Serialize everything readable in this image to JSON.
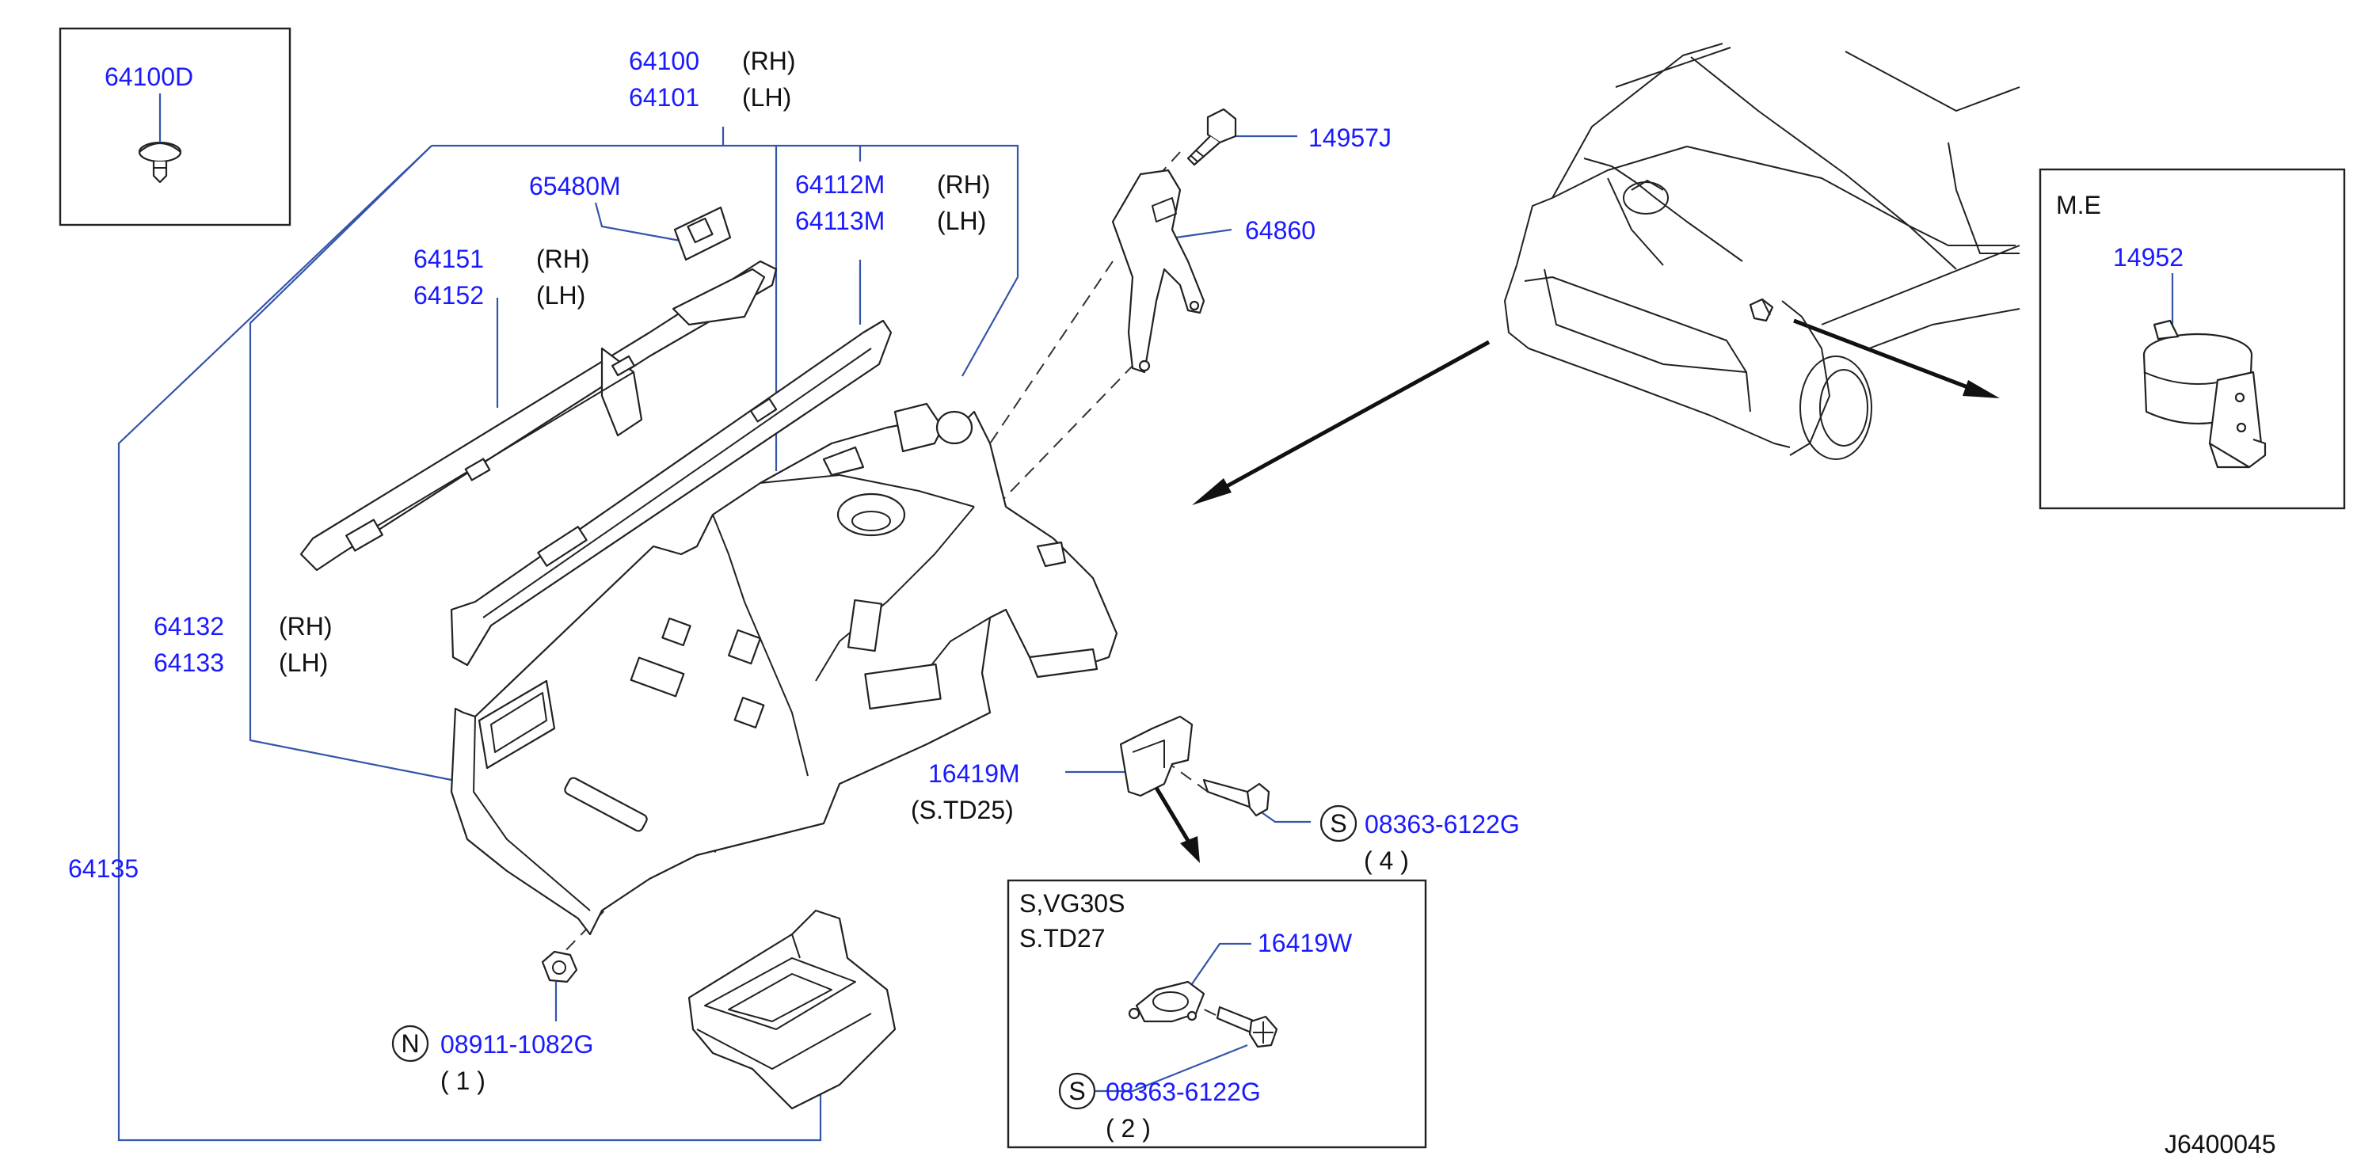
{
  "diagram_id": "J6400045",
  "parts": {
    "p64100D": "64100D",
    "p64100": "64100",
    "p64100_side": "(RH)",
    "p64101": "64101",
    "p64101_side": "(LH)",
    "p65480M": "65480M",
    "p64112M": "64112M",
    "p64112M_side": "(RH)",
    "p64113M": "64113M",
    "p64113M_side": "(LH)",
    "p64151": "64151",
    "p64151_side": "(RH)",
    "p64152": "64152",
    "p64152_side": "(LH)",
    "p14957J": "14957J",
    "p64860": "64860",
    "p64132": "64132",
    "p64132_side": "(RH)",
    "p64133": "64133",
    "p64133_side": "(LH)",
    "p64135": "64135",
    "p16419M": "16419M",
    "p16419M_note": "(S.TD25)",
    "p08363a": "08363-6122G",
    "p08363a_qty": "( 4 )",
    "p08363a_sym": "S",
    "p08911": "08911-1082G",
    "p08911_qty": "( 1 )",
    "p08911_sym": "N",
    "p14952": "14952",
    "me_label": "M.E",
    "inset_line1": "S,VG30S",
    "inset_line2": "S.TD27",
    "p16419W": "16419W",
    "p08363b": "08363-6122G",
    "p08363b_qty": "( 2 )",
    "p08363b_sym": "S"
  },
  "colors": {
    "part_number": "#1a1aff",
    "leader": "#3355aa",
    "drawing": "#222222"
  }
}
